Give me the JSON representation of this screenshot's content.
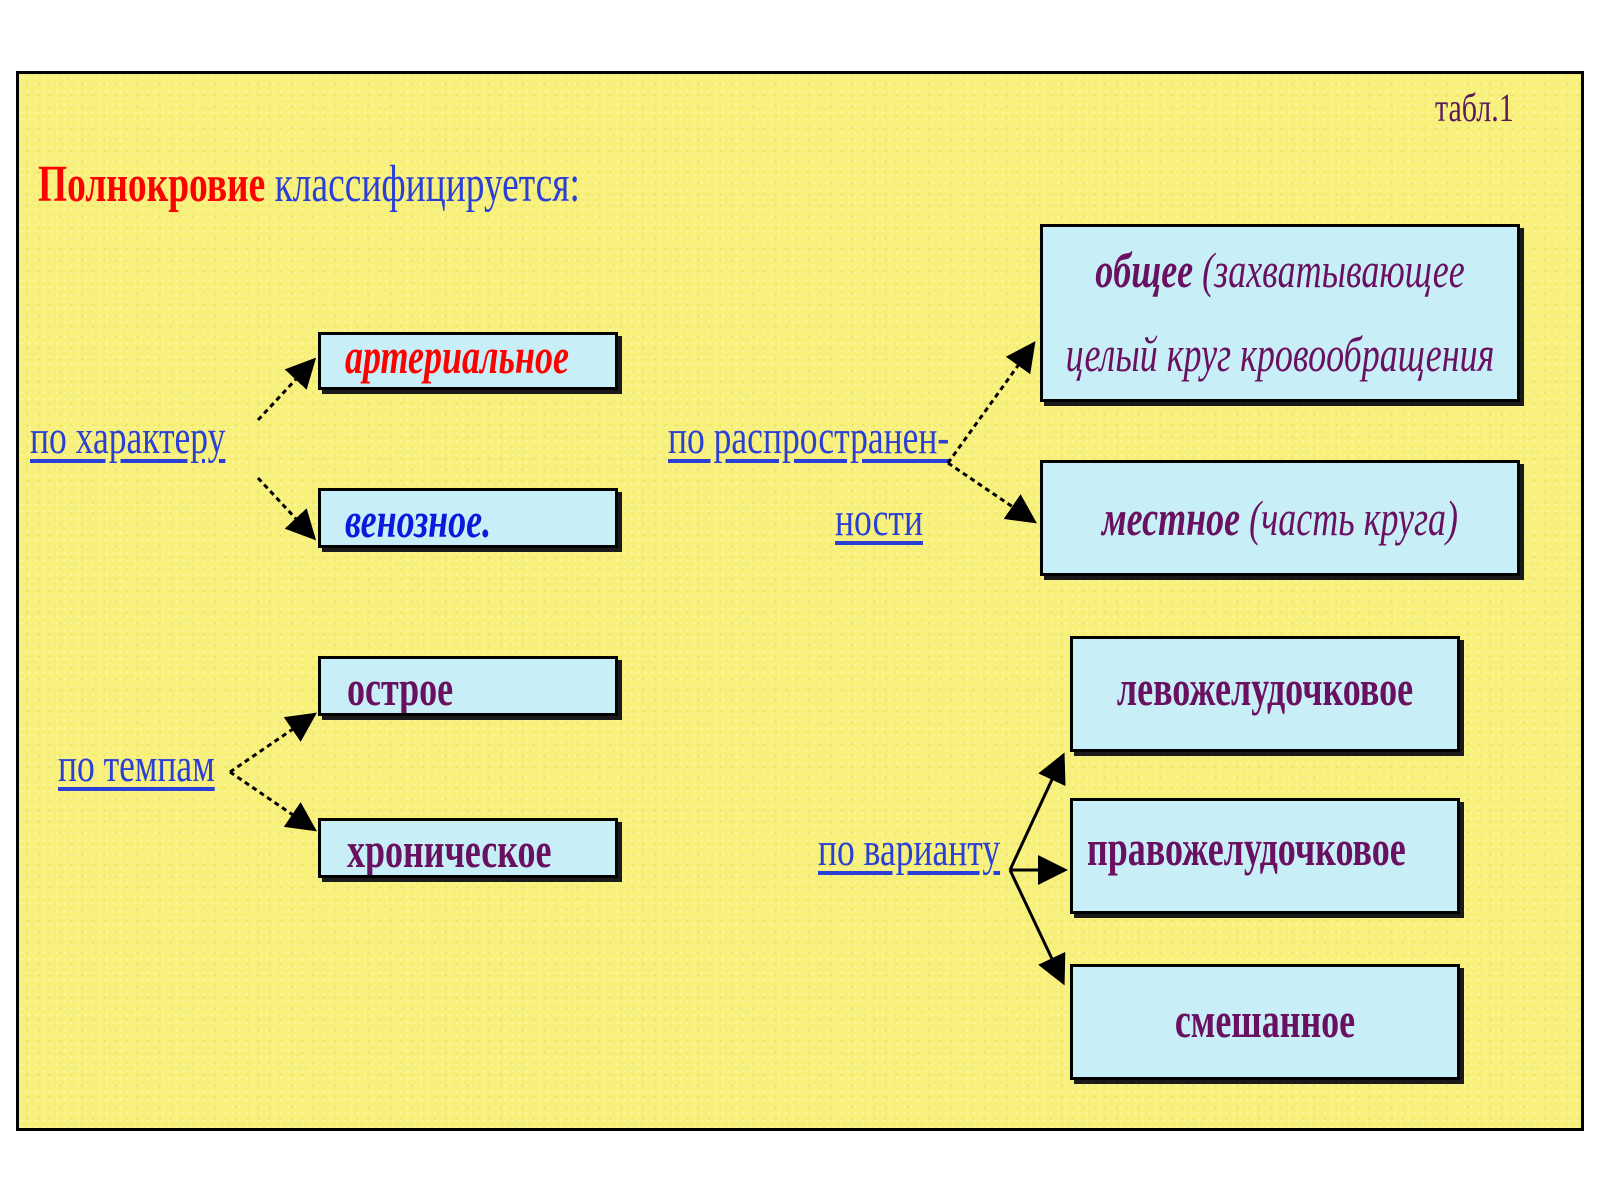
{
  "table_label": "табл.1",
  "title": {
    "bold": "Полнокровие",
    "rest": " классифицируется:"
  },
  "criteria": {
    "character": "по характеру",
    "spread_line1": "по распространен-",
    "spread_line2": "ности",
    "tempo": "по темпам",
    "variant": "по варианту"
  },
  "boxes": {
    "arterial": "артериальное",
    "venous": "венозное.",
    "acute": "острое",
    "chronic": "хроническое",
    "general_bold": "общее",
    "general_rest": " (захватывающее",
    "general_line2": "целый круг кровообращения",
    "local_bold": "местное",
    "local_rest": " (часть круга)",
    "left_ventricular": "левожелудочковое",
    "right_ventricular": "правожелудочковое",
    "mixed": "смешанное"
  },
  "colors": {
    "background": "#f7f07a",
    "box_fill": "#c8eef8",
    "criteria_text": "#2a3fd6",
    "title_accent": "#ff0000",
    "box_text": "#6a1060"
  }
}
